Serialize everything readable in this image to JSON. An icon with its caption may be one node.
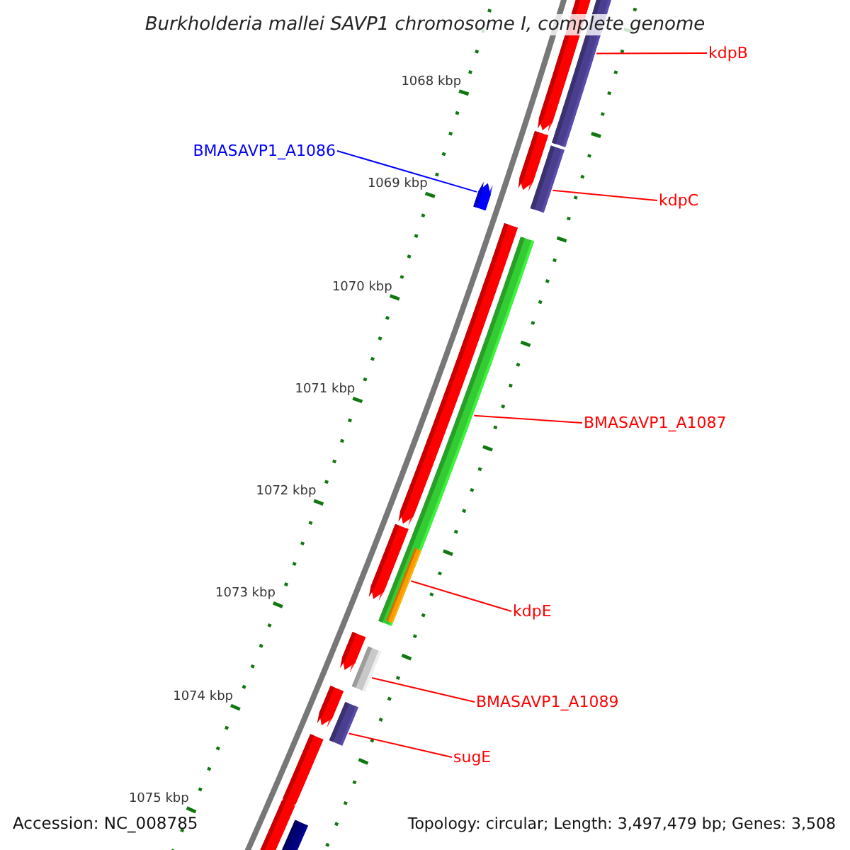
{
  "diagram": {
    "title": "Burkholderia mallei SAVP1 chromosome I, complete genome",
    "nodes": [
      {
        "text": [
          "kdpB"
        ]
      },
      {
        "text": [],
        "shape": "bar"
      },
      {
        "text": [
          "BMASAVP1_A1086"
        ]
      },
      {
        "text": [],
        "shape": "arrow"
      },
      {
        "text": [
          "kdpC"
        ]
      },
      {
        "text": [],
        "shape": "bar"
      },
      {
        "text": [
          "BMASAVP1_A1087"
        ]
      },
      {
        "text": [],
        "shape": "bar"
      },
      {
        "text": [
          "kdpE"
        ]
      },
      {
        "text": [],
        "shape": "bar",
        "in": 7
      },
      {
        "text": [
          "BMASAVP1_A1089"
        ]
      },
      {
        "text": [],
        "shape": "bar"
      },
      {
        "text": [
          "sugE"
        ]
      },
      {
        "text": [],
        "shape": "bar"
      }
    ],
    "edges": [
      {
        "from": 0,
        "to": 1,
        "arrow": "none"
      },
      {
        "from": 2,
        "to": 3,
        "arrow": "none",
        "color": "#0000ff"
      },
      {
        "from": 4,
        "to": 5,
        "arrow": "none"
      },
      {
        "from": 6,
        "to": 7,
        "arrow": "none"
      },
      {
        "from": 8,
        "to": 9,
        "arrow": "none"
      },
      {
        "from": 10,
        "to": 11,
        "arrow": "none"
      },
      {
        "from": 12,
        "to": 13,
        "arrow": "none"
      }
    ],
    "labels": [
      "1068 kbp",
      "1069 kbp",
      "1070 kbp",
      "1071 kbp",
      "1072 kbp",
      "1073 kbp",
      "1074 kbp",
      "1075 kbp",
      "Accession: NC_008785",
      "Topology: circular; Length: 3,497,479 bp; Genes: 3,508"
    ]
  }
}
